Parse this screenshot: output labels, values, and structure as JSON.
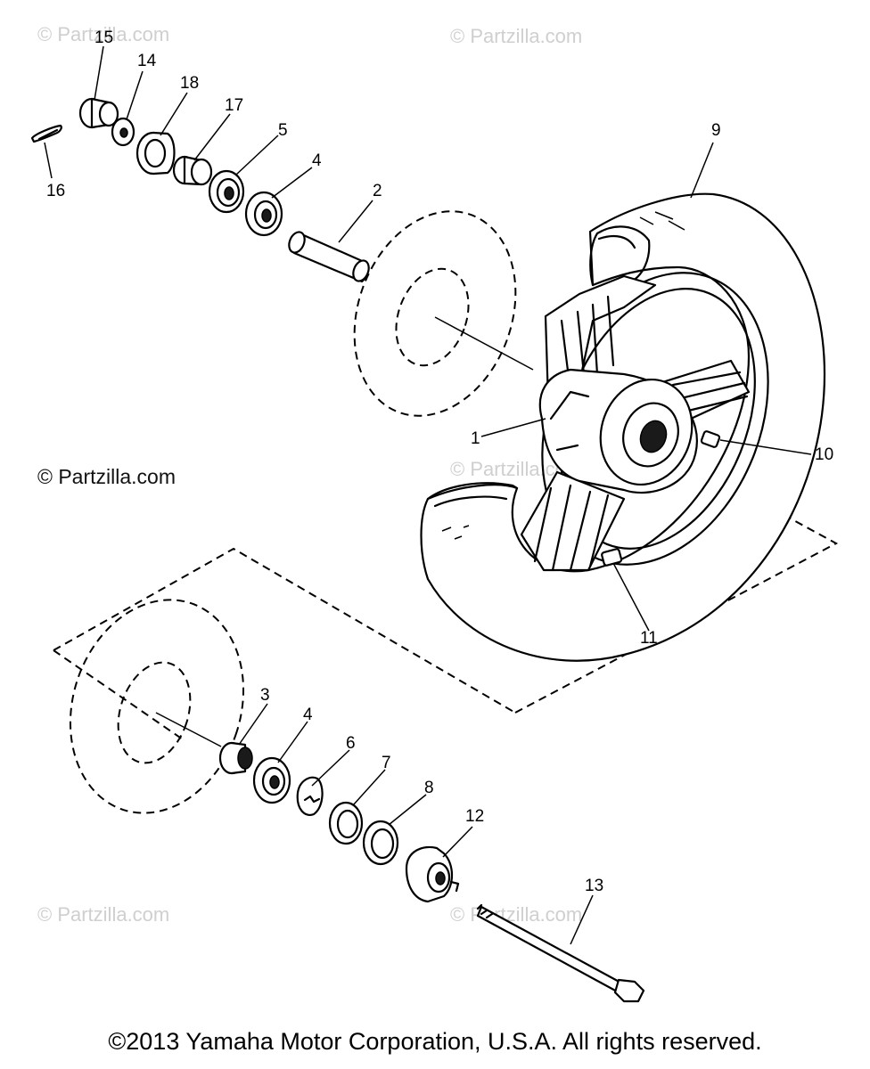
{
  "watermarks": {
    "top_left": "© Partzilla.com",
    "top_center": "© Partzilla.com",
    "mid_left": "© Partzilla.com",
    "mid_center": "© Partzilla.com",
    "bottom_left": "© Partzilla.com",
    "bottom_center": "© Partzilla.com"
  },
  "copyright": "©2013 Yamaha Motor Corporation, U.S.A. All rights reserved.",
  "callouts": {
    "c1": "1",
    "c2": "2",
    "c3": "3",
    "c4a": "4",
    "c4b": "4",
    "c5": "5",
    "c6": "6",
    "c7": "7",
    "c8": "8",
    "c9": "9",
    "c10": "10",
    "c11": "11",
    "c12": "12",
    "c13": "13",
    "c14": "14",
    "c15": "15",
    "c16": "16",
    "c17": "17",
    "c18": "18"
  }
}
